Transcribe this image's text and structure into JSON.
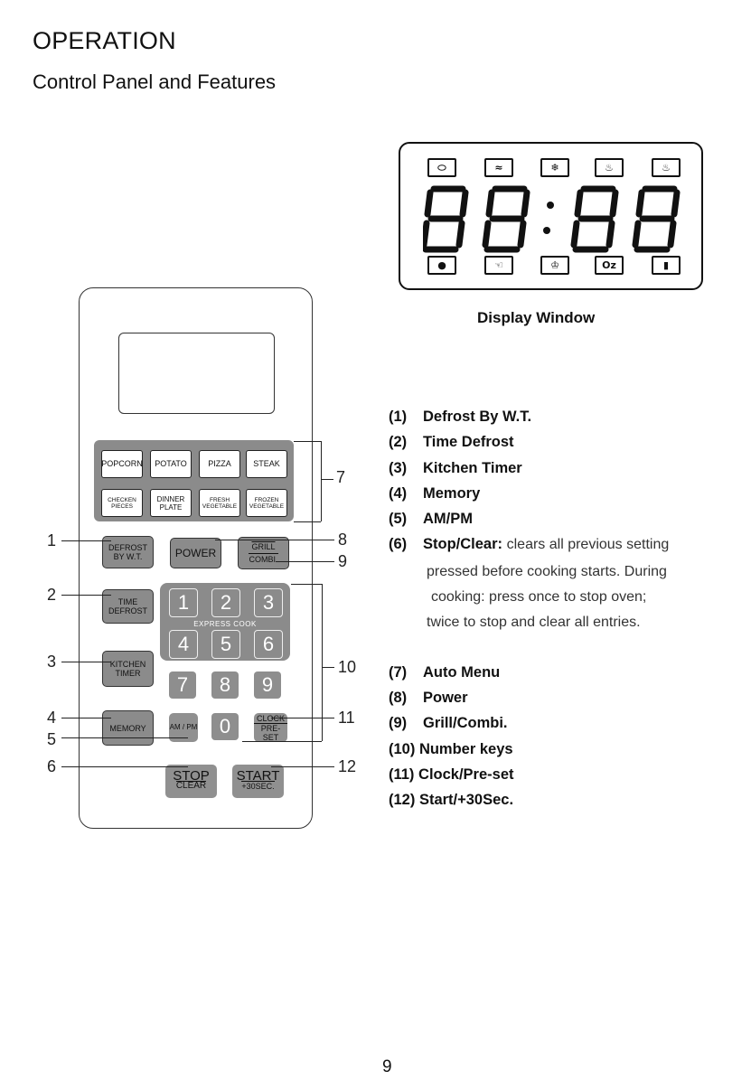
{
  "header": {
    "title": "OPERATION",
    "subtitle": "Control Panel and Features"
  },
  "display_window": {
    "label": "Display Window",
    "digits": "88:88",
    "top_icons": [
      "defrost-icon",
      "grill-icon",
      "frozen-icon",
      "steam-icon",
      "cooking-icon"
    ],
    "bottom_icons": [
      "record-icon",
      "hand-icon",
      "chef-icon",
      "oz-icon",
      "cup-icon"
    ],
    "oz_text": "Oz"
  },
  "panel": {
    "auto_menu": [
      "POPCORN",
      "POTATO",
      "PIZZA",
      "STEAK",
      "CHECKEN PIECES",
      "DINNER PLATE",
      "FRESH VEGETABLE",
      "FROZEN VEGETABLE"
    ],
    "keys": {
      "defrost_wt": "DEFROST BY W.T.",
      "power": "POWER",
      "grill": "GRILL",
      "combi": "COMBI.",
      "time_defrost": "TIME DEFROST",
      "kitchen_timer": "KITCHEN TIMER",
      "memory": "MEMORY",
      "ampm": "AM / PM",
      "clock": "CLOCK",
      "preset": "PRE-SET",
      "stop": "STOP",
      "clear": "CLEAR",
      "start": "START",
      "plus30": "+30SEC."
    },
    "express_label": "EXPRESS COOK",
    "numbers": [
      "1",
      "2",
      "3",
      "4",
      "5",
      "6",
      "7",
      "8",
      "9",
      "0"
    ]
  },
  "callouts": [
    "1",
    "2",
    "3",
    "4",
    "5",
    "6",
    "7",
    "8",
    "9",
    "10",
    "11",
    "12"
  ],
  "legend": [
    {
      "num": "(1)",
      "label": "Defrost By W.T."
    },
    {
      "num": "(2)",
      "label": "Time Defrost"
    },
    {
      "num": "(3)",
      "label": "Kitchen Timer"
    },
    {
      "num": "(4)",
      "label": "Memory"
    },
    {
      "num": "(5)",
      "label": "AM/PM"
    },
    {
      "num": "(6)",
      "label": "Stop/Clear:",
      "desc": [
        "clears all previous setting",
        "pressed before cooking starts. During",
        "cooking: press once to stop oven;",
        "twice  to stop and clear all entries."
      ]
    },
    {
      "num": "(7)",
      "label": "Auto Menu"
    },
    {
      "num": "(8)",
      "label": "Power"
    },
    {
      "num": "(9)",
      "label": "Grill/Combi."
    },
    {
      "num": "(10)",
      "label": "Number keys"
    },
    {
      "num": "(11)",
      "label": "Clock/Pre-set"
    },
    {
      "num": "(12)",
      "label": "Start/+30Sec."
    }
  ],
  "page_number": "9"
}
